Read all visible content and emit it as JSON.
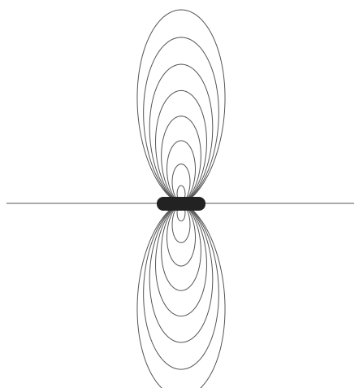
{
  "diagram": {
    "type": "magnetic-dipole-field-lines",
    "background_color": "#ffffff",
    "line_color": "#555555",
    "source_color": "#222222",
    "upper_loop_count": 8,
    "lower_loop_count": 8,
    "has_horizontal_axis": true
  }
}
